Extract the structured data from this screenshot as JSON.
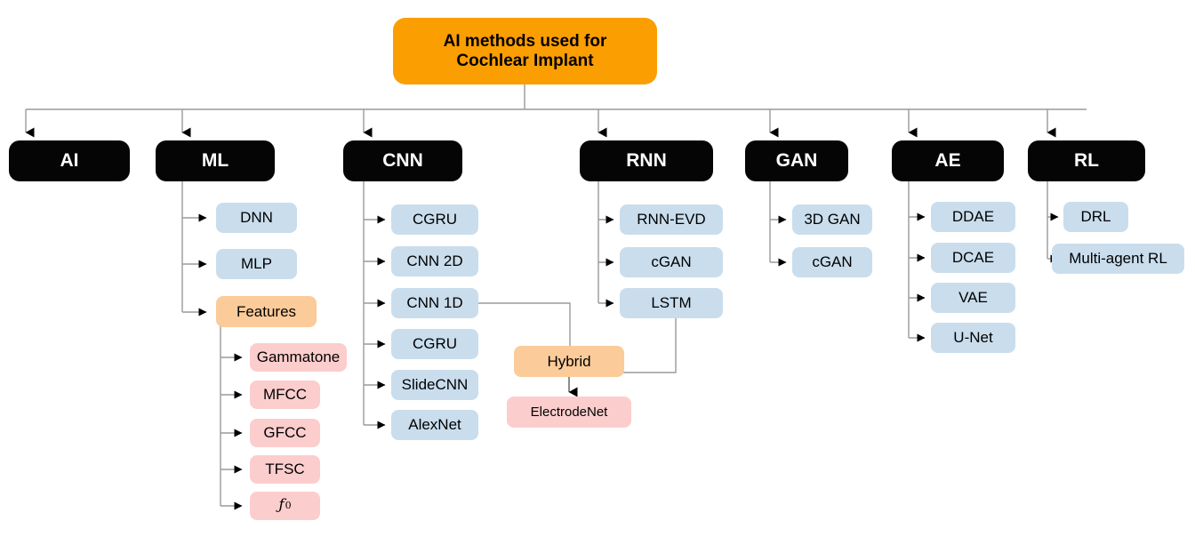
{
  "diagram": {
    "title_text": "AI methods  used for\nCochlear Implant",
    "colors": {
      "root_fill": "#fb9e01",
      "level1_fill": "#050505",
      "level1_text": "#ffffff",
      "blue_fill": "#c9dded",
      "orange_fill": "#fbcb9a",
      "pink_fill": "#fccdcd",
      "connector": "#9a9a9a",
      "background": "#ffffff"
    },
    "root": {
      "label": "AI methods  used for\nCochlear Implant"
    },
    "branches": [
      {
        "key": "ai",
        "label": "AI",
        "children": []
      },
      {
        "key": "ml",
        "label": "ML",
        "children": [
          {
            "label": "DNN",
            "style": "blue"
          },
          {
            "label": "MLP",
            "style": "blue"
          },
          {
            "label": "Features",
            "style": "orange",
            "children": [
              {
                "label": "Gammatone",
                "style": "pink"
              },
              {
                "label": "MFCC",
                "style": "pink"
              },
              {
                "label": "GFCC",
                "style": "pink"
              },
              {
                "label": "TFSC",
                "style": "pink"
              },
              {
                "label": "f 0",
                "style": "pink"
              }
            ]
          }
        ]
      },
      {
        "key": "cnn",
        "label": "CNN",
        "children": [
          {
            "label": "CGRU",
            "style": "blue"
          },
          {
            "label": "CNN 2D",
            "style": "blue"
          },
          {
            "label": "CNN 1D",
            "style": "blue"
          },
          {
            "label": "CGRU",
            "style": "blue"
          },
          {
            "label": "SlideCNN",
            "style": "blue"
          },
          {
            "label": "AlexNet",
            "style": "blue"
          }
        ]
      },
      {
        "key": "rnn",
        "label": "RNN",
        "children": [
          {
            "label": "RNN-EVD",
            "style": "blue"
          },
          {
            "label": "cGAN",
            "style": "blue"
          },
          {
            "label": "LSTM",
            "style": "blue"
          }
        ]
      },
      {
        "key": "gan",
        "label": "GAN",
        "children": [
          {
            "label": "3D GAN",
            "style": "blue"
          },
          {
            "label": "cGAN",
            "style": "blue"
          }
        ]
      },
      {
        "key": "ae",
        "label": "AE",
        "children": [
          {
            "label": "DDAE",
            "style": "blue"
          },
          {
            "label": "DCAE",
            "style": "blue"
          },
          {
            "label": "VAE",
            "style": "blue"
          },
          {
            "label": "U-Net",
            "style": "blue"
          }
        ]
      },
      {
        "key": "rl",
        "label": "RL",
        "children": [
          {
            "label": "DRL",
            "style": "blue"
          },
          {
            "label": "Multi-agent RL",
            "style": "blue"
          }
        ]
      }
    ],
    "merge": {
      "hybrid_label": "Hybrid",
      "output_label": "ElectrodeNet",
      "sources": [
        "CNN 1D",
        "LSTM"
      ]
    }
  }
}
